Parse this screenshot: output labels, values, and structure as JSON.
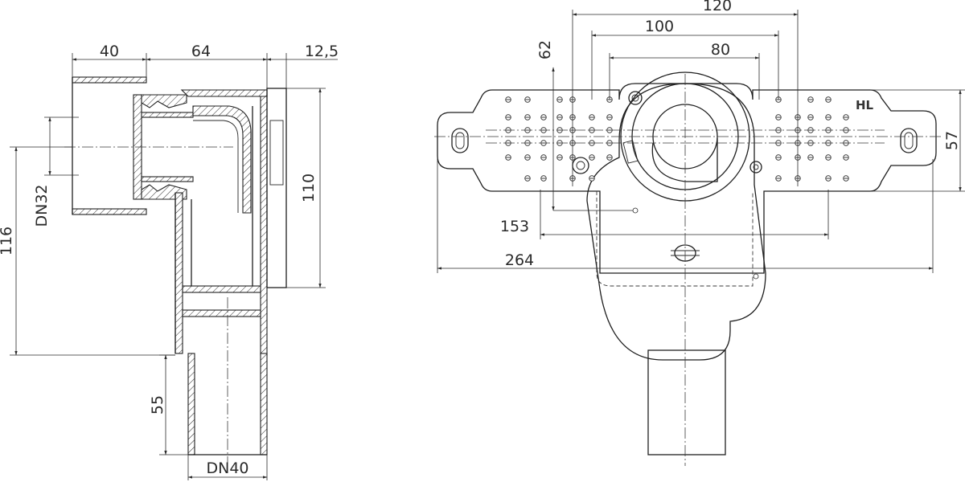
{
  "dimensions": {
    "side_width_40": "40",
    "side_width_64": "64",
    "side_width_12_5": "12,5",
    "side_height_110": "110",
    "side_height_116": "116",
    "side_height_55": "55",
    "inlet_label": "DN32",
    "outlet_label": "DN40",
    "front_width_120": "120",
    "front_width_100": "100",
    "front_width_80": "80",
    "front_height_62": "62",
    "front_height_57": "57",
    "front_width_153": "153",
    "front_width_264": "264"
  },
  "plate_marking": "HL"
}
